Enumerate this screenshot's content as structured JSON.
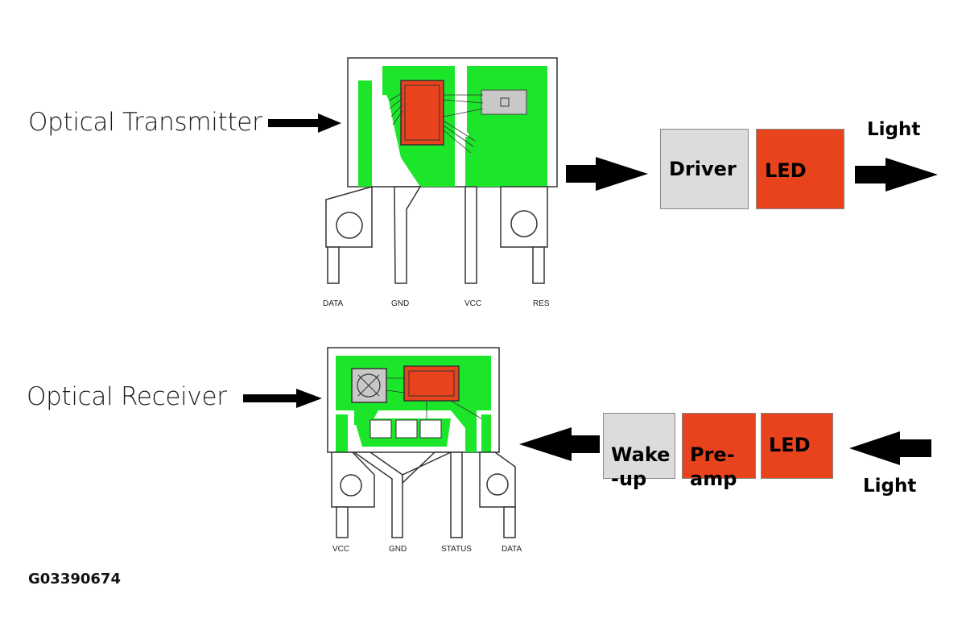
{
  "transmitter": {
    "label": "Optical Transmitter",
    "pins": [
      "DATA",
      "GND",
      "VCC",
      "RES"
    ],
    "blocks": [
      "Driver",
      "LED"
    ],
    "light_label": "Light"
  },
  "receiver": {
    "label": "Optical Receiver",
    "pins": [
      "VCC",
      "GND",
      "STATUS",
      "DATA"
    ],
    "blocks": [
      "Wake\n-up",
      "Pre-\namp",
      "LED"
    ],
    "light_label": "Light"
  },
  "figure_code": "G03390674",
  "colors": {
    "pcb_green": "#1ce62a",
    "chip_red": "#e8431d",
    "block_grey": "#dcdcdc"
  }
}
